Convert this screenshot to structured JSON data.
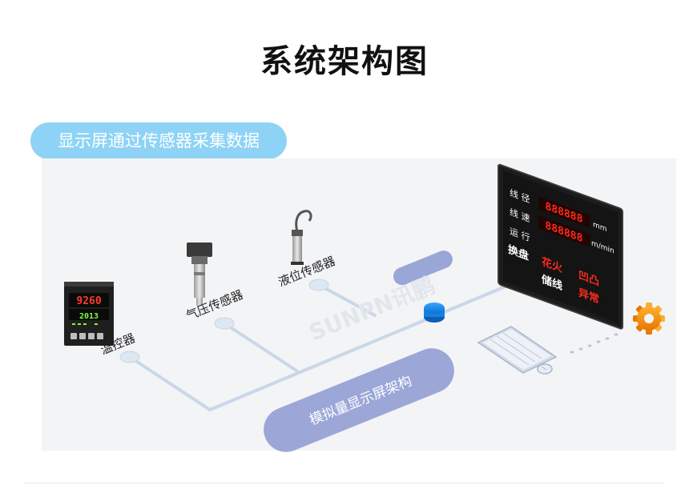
{
  "page": {
    "title": "系统架构图"
  },
  "section": {
    "badge": "显示屏通过传感器采集数据"
  },
  "devices": {
    "temperature_controller": {
      "label": "温控器",
      "readout_top": "9260",
      "readout_bottom": "2013"
    },
    "pressure_sensor": {
      "label": "气压传感器"
    },
    "level_sensor": {
      "label": "液位传感器"
    }
  },
  "architecture": {
    "label": "模拟量显示屏架构"
  },
  "watermark": "SUNPN讯鹏",
  "display_board": {
    "rows": [
      {
        "label": "线 径",
        "unit": "mm"
      },
      {
        "label": "线 速",
        "unit": "m/min"
      },
      {
        "label": "运 行",
        "unit": ""
      }
    ],
    "digits": "888888",
    "bottom_labels": [
      "换盘",
      "花火",
      "储线",
      "凹凸",
      "异常"
    ],
    "colors": {
      "led_red": "#ff2a1a",
      "label_white": "#ffffff",
      "board_bg": "#1c1c1c"
    }
  }
}
